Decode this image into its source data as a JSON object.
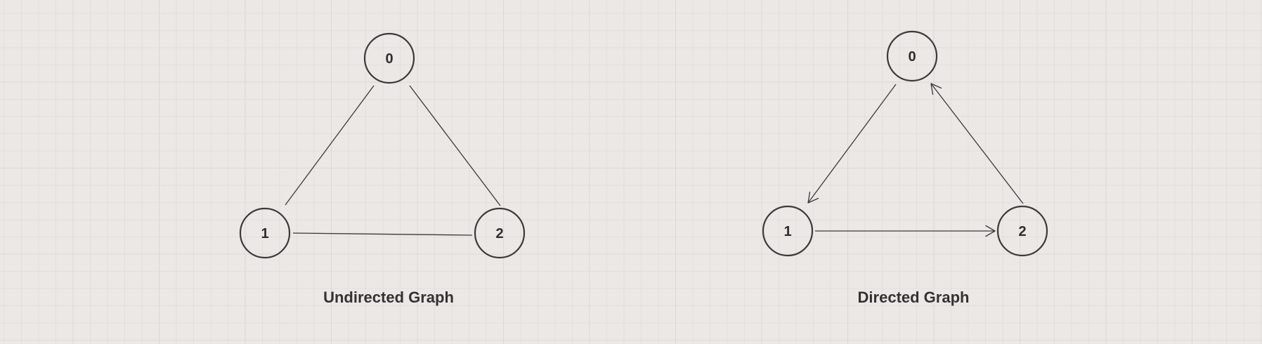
{
  "undirected_graph": {
    "title": "Undirected Graph",
    "nodes": [
      {
        "id": "0",
        "label": "0"
      },
      {
        "id": "1",
        "label": "1"
      },
      {
        "id": "2",
        "label": "2"
      }
    ],
    "edges": [
      {
        "from": "0",
        "to": "1"
      },
      {
        "from": "0",
        "to": "2"
      },
      {
        "from": "1",
        "to": "2"
      }
    ]
  },
  "directed_graph": {
    "title": "Directed Graph",
    "nodes": [
      {
        "id": "0",
        "label": "0"
      },
      {
        "id": "1",
        "label": "1"
      },
      {
        "id": "2",
        "label": "2"
      }
    ],
    "edges": [
      {
        "from": "0",
        "to": "1"
      },
      {
        "from": "1",
        "to": "2"
      },
      {
        "from": "2",
        "to": "0"
      }
    ]
  }
}
